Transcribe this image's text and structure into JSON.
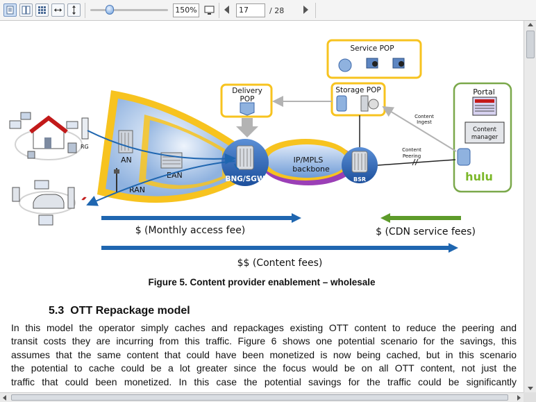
{
  "toolbar": {
    "zoom_value": "150%",
    "page_current": "17",
    "page_total": "/ 28",
    "icons": [
      "single-page-icon",
      "continuous-page-icon",
      "thumbnails-icon",
      "fit-width-icon",
      "fit-height-icon",
      "zoom-out-icon",
      "zoom-in-icon",
      "fullscreen-icon",
      "previous-page-icon",
      "next-page-icon"
    ]
  },
  "figure": {
    "labels": {
      "service_pop": "Service POP",
      "delivery_pop_1": "Delivery",
      "delivery_pop_2": "POP",
      "storage_pop": "Storage POP",
      "portal": "Portal",
      "content_manager_1": "Content",
      "content_manager_2": "manager",
      "hulu": "hulu",
      "content_ingest_1": "Content",
      "content_ingest_2": "Ingest",
      "content_peering_1": "Content",
      "content_peering_2": "Peering",
      "ip_mpls_1": "IP/MPLS",
      "ip_mpls_2": "backbone",
      "bng_sgw": "BNG/SGW",
      "bsr": "BSR",
      "an": "AN",
      "ean": "EAN",
      "ran": "RAN",
      "rg": "RG",
      "monthly_fee": "$ (Monthly access fee)",
      "cdn_fees": "$ (CDN service fees)",
      "content_fees": "$$ (Content fees)"
    },
    "colors": {
      "yellow": "#f7c31f",
      "blue_arrow": "#1f66b0",
      "green_arrow": "#5d9b2a",
      "backbone_purple": "#9b3fb6",
      "portal_border": "#7aa84a",
      "hulu_green": "#7bb728"
    },
    "caption": "Figure 5. Content provider enablement – wholesale"
  },
  "section": {
    "number": "5.3",
    "title": "OTT Repackage model"
  },
  "paragraph_lines": [
    "In this model the operator simply caches and repackages existing OTT content to reduce the peering and",
    "transit costs they are incurring from this traffic. Figure 6 shows one potential scenario for the savings, this",
    "assumes that the same content that could have been monetized is now being cached, but in this scenario",
    "the potential to cache could be a lot greater since the focus would be on all OTT content, not just the",
    "traffic that could been monetized. In this case the potential savings for the traffic could be significantly"
  ]
}
